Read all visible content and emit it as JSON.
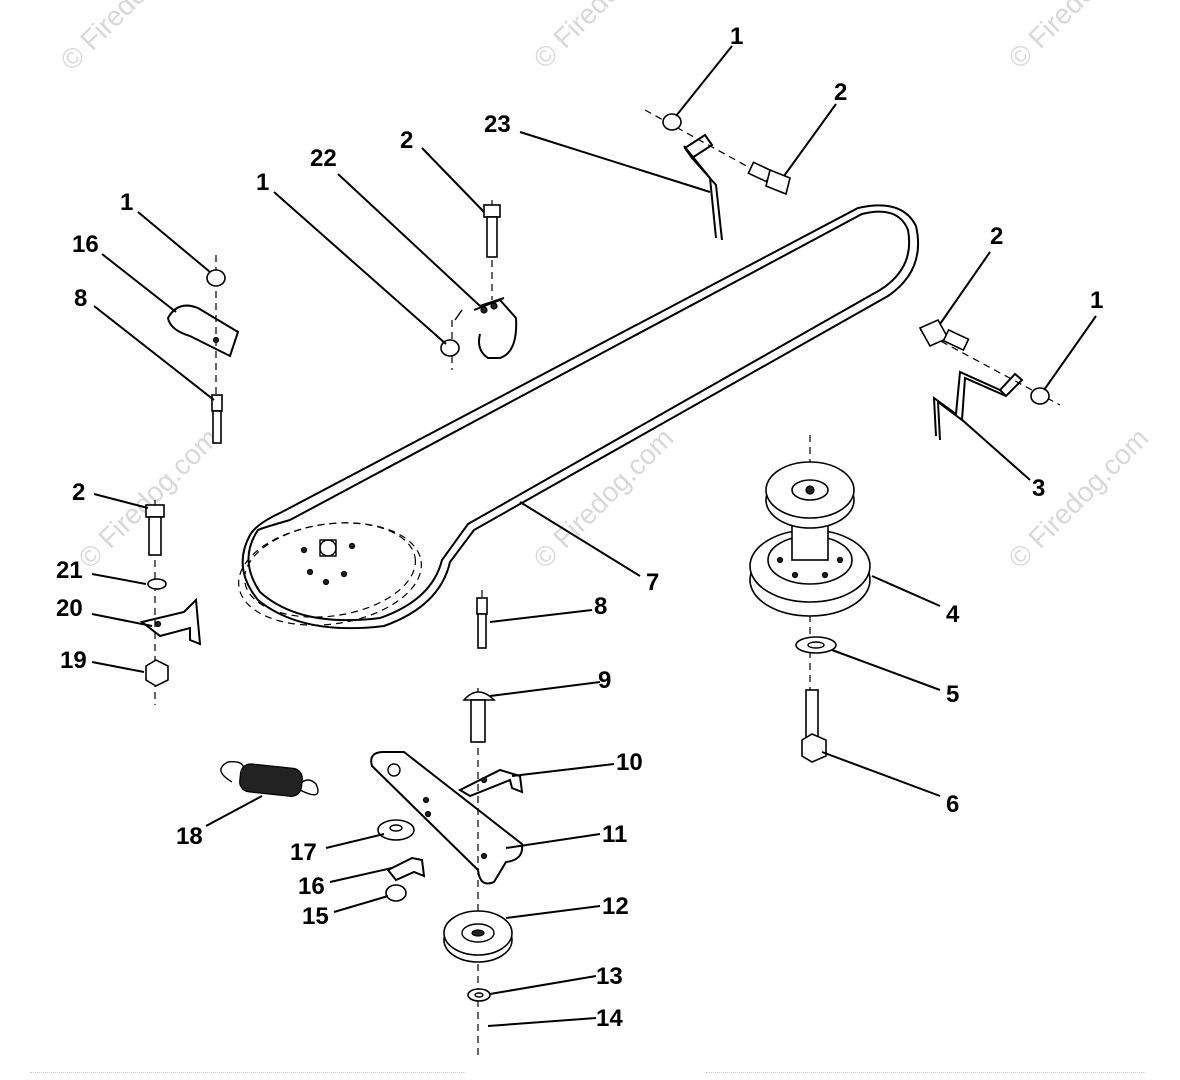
{
  "watermark": {
    "corner_text": "© Firedog.com",
    "repeat_text": "© Firedog.com"
  },
  "callouts": [
    {
      "id": "c1a",
      "label": "1"
    },
    {
      "id": "c2a",
      "label": "2"
    },
    {
      "id": "c23",
      "label": "23"
    },
    {
      "id": "c2b",
      "label": "2"
    },
    {
      "id": "c22",
      "label": "22"
    },
    {
      "id": "c1b",
      "label": "1"
    },
    {
      "id": "c1c",
      "label": "1"
    },
    {
      "id": "c16a",
      "label": "16"
    },
    {
      "id": "c8a",
      "label": "8"
    },
    {
      "id": "c2c",
      "label": "2"
    },
    {
      "id": "c1d",
      "label": "1"
    },
    {
      "id": "c3",
      "label": "3"
    },
    {
      "id": "c2d",
      "label": "2"
    },
    {
      "id": "c21",
      "label": "21"
    },
    {
      "id": "c20",
      "label": "20"
    },
    {
      "id": "c19",
      "label": "19"
    },
    {
      "id": "c7",
      "label": "7"
    },
    {
      "id": "c4",
      "label": "4"
    },
    {
      "id": "c8b",
      "label": "8"
    },
    {
      "id": "c5",
      "label": "5"
    },
    {
      "id": "c9",
      "label": "9"
    },
    {
      "id": "c6",
      "label": "6"
    },
    {
      "id": "c10",
      "label": "10"
    },
    {
      "id": "c18",
      "label": "18"
    },
    {
      "id": "c11",
      "label": "11"
    },
    {
      "id": "c17",
      "label": "17"
    },
    {
      "id": "c16b",
      "label": "16"
    },
    {
      "id": "c15",
      "label": "15"
    },
    {
      "id": "c12",
      "label": "12"
    },
    {
      "id": "c13",
      "label": "13"
    },
    {
      "id": "c14",
      "label": "14"
    }
  ]
}
